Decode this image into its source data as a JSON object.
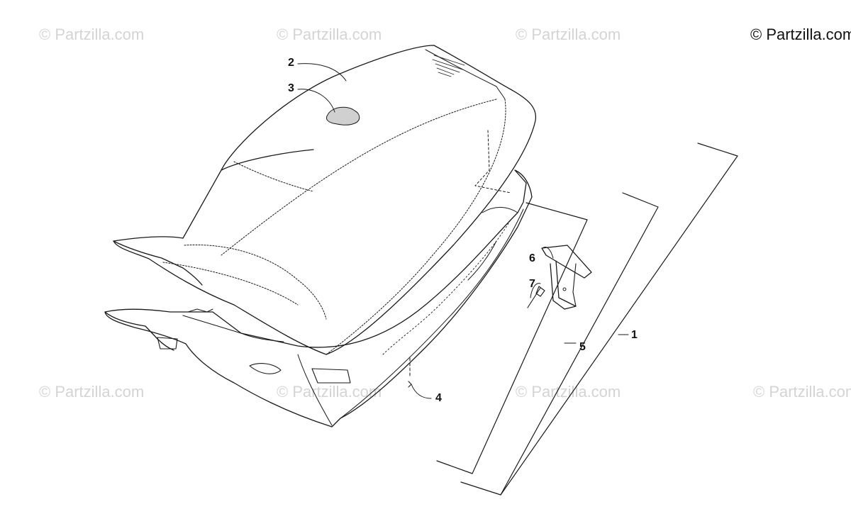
{
  "watermark": "© Partzilla.com",
  "copyright": "© Partzilla.com",
  "callouts": {
    "c1": "1",
    "c2": "2",
    "c3": "3",
    "c4": "4",
    "c5": "5",
    "c6": "6",
    "c7": "7"
  },
  "colors": {
    "line": "#1a1a1a",
    "watermark": "#d4d4d4",
    "badge_fill": "#d0d0d0"
  }
}
